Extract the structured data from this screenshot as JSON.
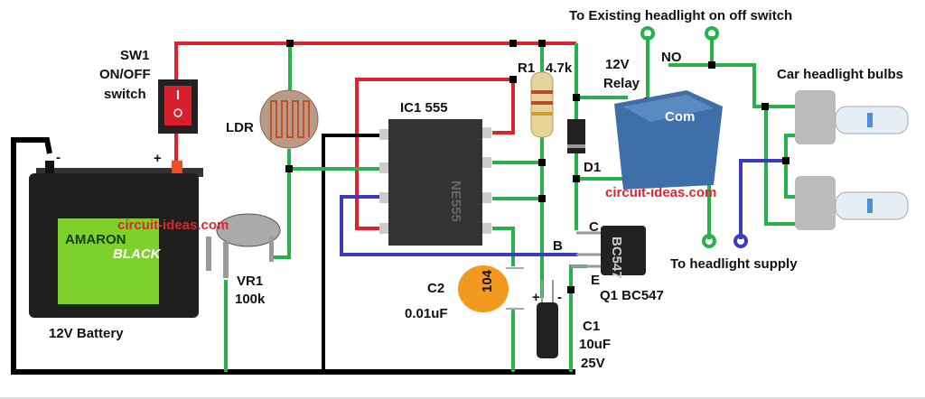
{
  "labels": {
    "switch_ref": "SW1",
    "switch_type": "ON/OFF",
    "switch_word": "switch",
    "ldr": "LDR",
    "ic": "IC1 555",
    "r1_ref": "R1",
    "r1_value": "4.7k",
    "relay_voltage": "12V",
    "relay_word": "Relay",
    "no": "NO",
    "com": "Com",
    "d1": "D1",
    "existing_switch": "To Existing headlight on off switch",
    "bulbs": "Car headlight bulbs",
    "headlight_supply": "To headlight supply",
    "battery": "12V Battery",
    "battery_minus": "-",
    "battery_plus": "+",
    "vr1_ref": "VR1",
    "vr1_value": "100k",
    "c2_ref": "C2",
    "c2_value": "0.01uF",
    "c2_code": "104",
    "c1_ref": "C1",
    "c1_value": "10uF",
    "c1_voltage": "25V",
    "c1_plus": "+",
    "c1_minus": "-",
    "q1": "Q1 BC547",
    "q1_c": "C",
    "q1_b": "B",
    "q1_e": "E",
    "q1_marking": "BC547",
    "ic_marking": "NE555",
    "battery_brand": "AMARON",
    "battery_series": "BLACK",
    "watermark": "circuit-ideas.com"
  },
  "colors": {
    "positive": "#e3202a",
    "signal": "#27b14b",
    "ground": "#000000",
    "supply": "#3a3bbf"
  }
}
